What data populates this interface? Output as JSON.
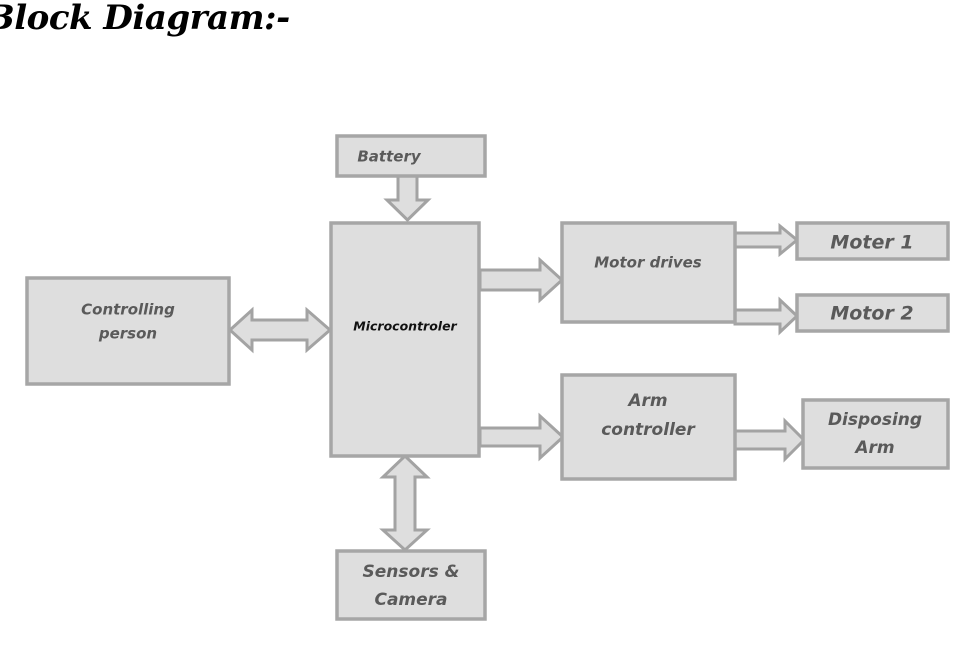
{
  "title": "Block Diagram:-",
  "blocks": {
    "battery": "Battery",
    "controlling_person": [
      "Controlling",
      "person"
    ],
    "microcontroller": "Microcontroler",
    "motor_drives": "Motor drives",
    "motor1": "Moter 1",
    "motor2": "Motor 2",
    "arm_controller": [
      "Arm",
      "controller"
    ],
    "disposing_arm": [
      "Disposing",
      "Arm"
    ],
    "sensors_camera": [
      "Sensors &",
      "Camera"
    ]
  },
  "connections": [
    {
      "from": "Battery",
      "to": "Microcontroler",
      "direction": "one-way"
    },
    {
      "from": "Controlling person",
      "to": "Microcontroler",
      "direction": "two-way"
    },
    {
      "from": "Microcontroler",
      "to": "Motor drives",
      "direction": "one-way"
    },
    {
      "from": "Motor drives",
      "to": "Moter 1",
      "direction": "one-way"
    },
    {
      "from": "Motor drives",
      "to": "Motor 2",
      "direction": "one-way"
    },
    {
      "from": "Microcontroler",
      "to": "Arm controller",
      "direction": "one-way"
    },
    {
      "from": "Arm controller",
      "to": "Disposing Arm",
      "direction": "one-way"
    },
    {
      "from": "Sensors & Camera",
      "to": "Microcontroler",
      "direction": "two-way"
    }
  ],
  "colors": {
    "box_fill": "#dedede",
    "box_border": "#a6a6a6",
    "label_text": "#5a5a5a"
  }
}
